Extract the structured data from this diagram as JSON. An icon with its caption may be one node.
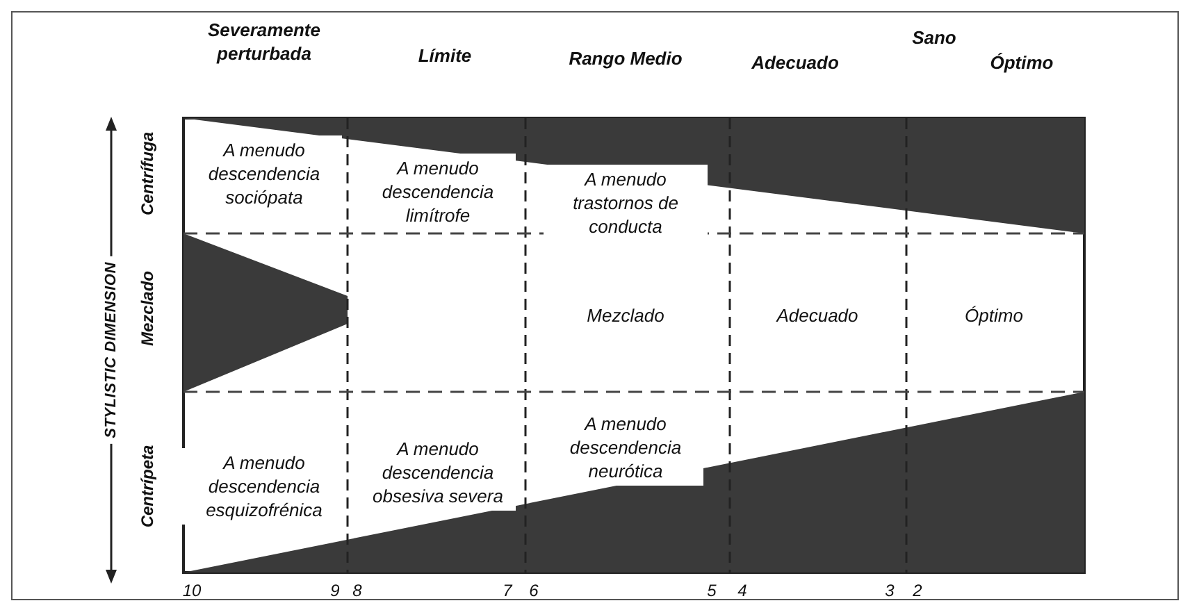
{
  "diagram": {
    "labels": [
      "Severamente perturbada",
      "Límite",
      "Rango Medio",
      "Adecuado",
      "Sano",
      "Óptimo",
      "Centrífuga",
      "Mezclado",
      "Centrípeta",
      "STYLISTIC DIMENSION",
      "A menudo descendencia sociópata",
      "A menudo descendencia limítrofe",
      "A menudo trastornos de conducta",
      "Mezclado",
      "Adecuado",
      "Óptimo",
      "A menudo descendencia esquizofrénica",
      "A menudo descendencia obsesiva severa",
      "A menudo descendencia neurótica",
      "10",
      "9",
      "8",
      "7",
      "6",
      "5",
      "4",
      "3",
      "2"
    ]
  }
}
